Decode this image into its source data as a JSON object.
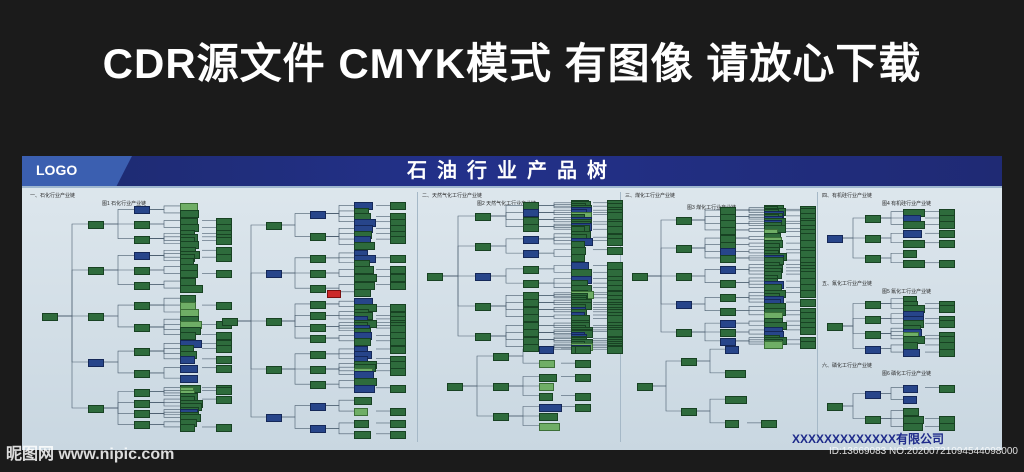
{
  "headline": "CDR源文件 CMYK模式 有图像 请放心下载",
  "board": {
    "logo": "LOGO",
    "title": "石油行业产品树",
    "company": "XXXXXXXXXXXXX有限公司"
  },
  "sections": [
    {
      "title": "一、石化行业产业链",
      "figure": "图1  石化行业产业链"
    },
    {
      "title": "二、天然气化工行业产业链",
      "figure": "图2  天然气化工行业产业链"
    },
    {
      "title": "三、煤化工行业产业链",
      "figure": "图3  煤化工行业产业链"
    },
    {
      "title": "四、有机硅行业产业链",
      "figure": "图4  有机硅行业产业链"
    },
    {
      "title": "五、氟化工行业产业链",
      "figure": "图5  氟化工行业产业链"
    },
    {
      "title": "六、磷化工行业产业链",
      "figure": "图6  磷化工行业产业链"
    }
  ],
  "watermark": {
    "left": "昵图网 www.nipic.com",
    "right": "ID:13669083 NO:20200721094544098000"
  },
  "colors": {
    "background": "#1b1b1b",
    "board": "#dfe8ee",
    "header": "#1d2a6e",
    "node": "#2e6b3c",
    "node_blue": "#27458a",
    "node_red": "#cc2a2a"
  }
}
